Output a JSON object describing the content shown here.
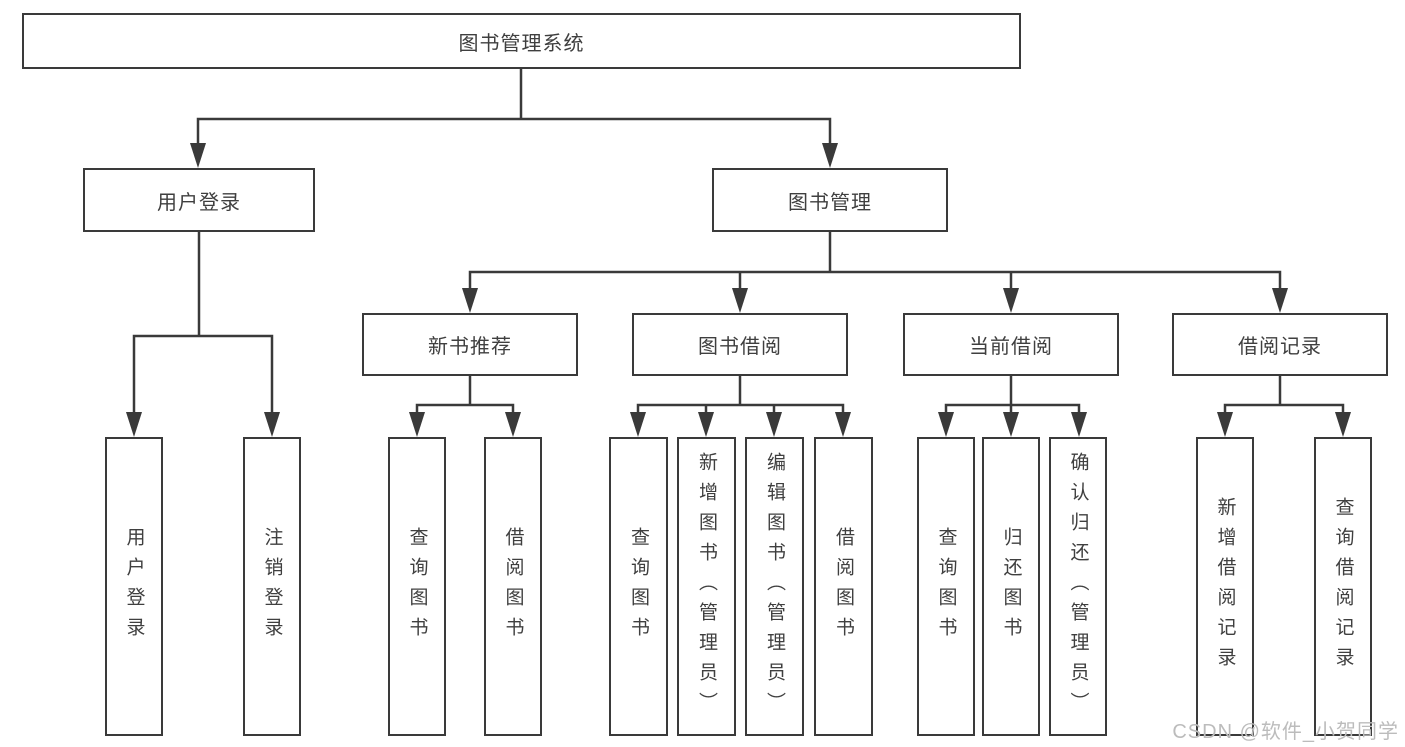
{
  "diagram": {
    "title": "图书管理系统",
    "root": {
      "label": "图书管理系统"
    },
    "level1": [
      {
        "label": "用户登录"
      },
      {
        "label": "图书管理"
      }
    ],
    "level2": [
      {
        "label": "新书推荐"
      },
      {
        "label": "图书借阅"
      },
      {
        "label": "当前借阅"
      },
      {
        "label": "借阅记录"
      }
    ],
    "leaves": [
      {
        "label": "用户登录",
        "parent": "用户登录"
      },
      {
        "label": "注销登录",
        "parent": "用户登录"
      },
      {
        "label": "查询图书",
        "parent": "新书推荐"
      },
      {
        "label": "借阅图书",
        "parent": "新书推荐"
      },
      {
        "label": "查询图书",
        "parent": "图书借阅"
      },
      {
        "label": "新增图书（管理员）",
        "parent": "图书借阅"
      },
      {
        "label": "编辑图书（管理员）",
        "parent": "图书借阅"
      },
      {
        "label": "借阅图书",
        "parent": "图书借阅"
      },
      {
        "label": "查询图书",
        "parent": "当前借阅"
      },
      {
        "label": "归还图书",
        "parent": "当前借阅"
      },
      {
        "label": "确认归还（管理员）",
        "parent": "当前借阅"
      },
      {
        "label": "新增借阅记录",
        "parent": "借阅记录"
      },
      {
        "label": "查询借阅记录",
        "parent": "借阅记录"
      }
    ]
  },
  "watermark": {
    "text": "CSDN @软件_小贺同学"
  },
  "colors": {
    "line": "#3a3a3a",
    "text": "#3f3f3f",
    "watermark_text": "#bcbcbc",
    "background": "#ffffff"
  }
}
